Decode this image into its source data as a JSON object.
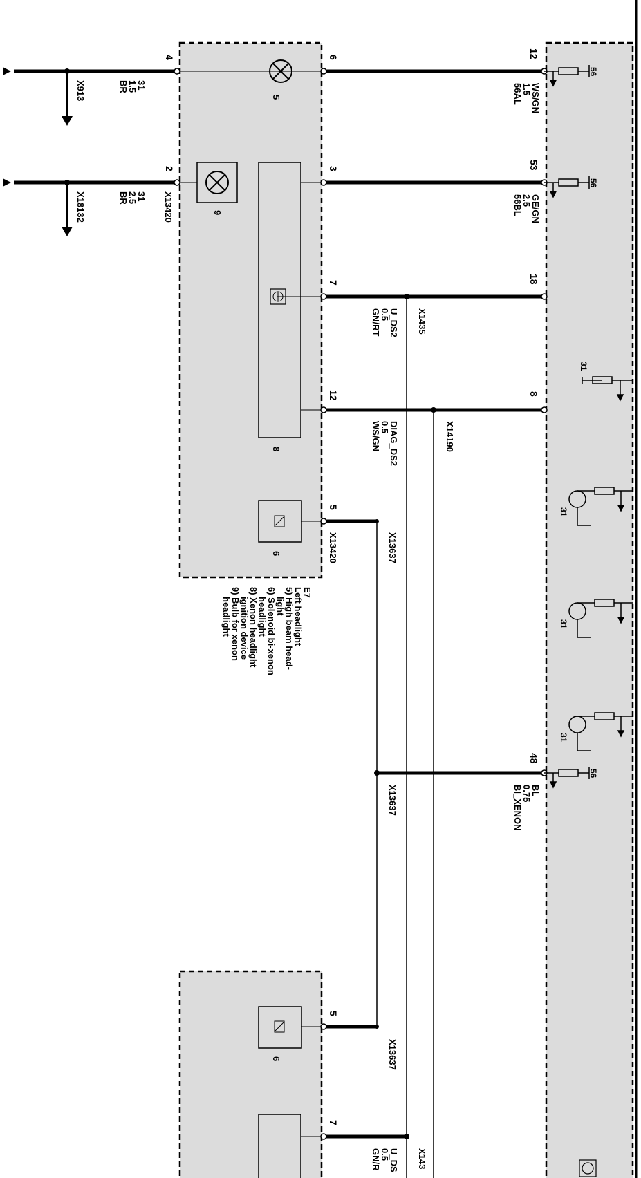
{
  "wires": [
    {
      "pin_left": "4",
      "pin_mid": "6",
      "pin_right": "12",
      "gnd_ref": "X913",
      "gnd_wire": [
        "31",
        "1.5",
        "BR"
      ],
      "signal": [
        "56AL",
        "1.5",
        "WS/GN"
      ],
      "ecu_term": "56"
    },
    {
      "pin_left": "2",
      "pin_mid": "3",
      "pin_right": "53",
      "gnd_ref": "X18132",
      "gnd_wire": [
        "31",
        "2.5",
        "BR"
      ],
      "connector": "X13420",
      "signal": [
        "56BL",
        "2.5",
        "GE/GN"
      ],
      "ecu_term": "56"
    },
    {
      "pin_mid": "7",
      "pin_right": "18",
      "splice": "X1435",
      "signal": [
        "U_DS2",
        "0.5",
        "GN/RT"
      ]
    },
    {
      "pin_mid": "12",
      "pin_right": "8",
      "splice": "X14190",
      "signal": [
        "DIAG_DS2",
        "0.5",
        "WS/GN"
      ]
    },
    {
      "pin_mid": "5",
      "connector": "X13420",
      "splice": "X13637"
    },
    {
      "pin_right": "48",
      "splice": "X13637",
      "signal": [
        "BI_XENON",
        "0.75",
        "BL"
      ],
      "ecu_term": "56"
    }
  ],
  "ground_terms": [
    "31",
    "31",
    "31",
    "31"
  ],
  "components": {
    "high_beam": "5",
    "xenon_bulb": "9",
    "ignition": "8",
    "solenoid": "6",
    "solenoid_right": "6"
  },
  "lower": {
    "pin5": "5",
    "pin7": "7",
    "splice": "X13637",
    "cut_signal": [
      "U_DS",
      "0.5",
      "GN/R"
    ],
    "cut_splice": "X143"
  },
  "legend": {
    "id": "E7",
    "title": "Left headlight",
    "items": [
      [
        "5) High beam    head-",
        "light"
      ],
      [
        "6) Solenoid bi-xenon",
        "headlight"
      ],
      [
        "8) Xenon headlight",
        "ignition device"
      ],
      [
        "9) Bulb for xenon",
        "headlight"
      ]
    ]
  }
}
